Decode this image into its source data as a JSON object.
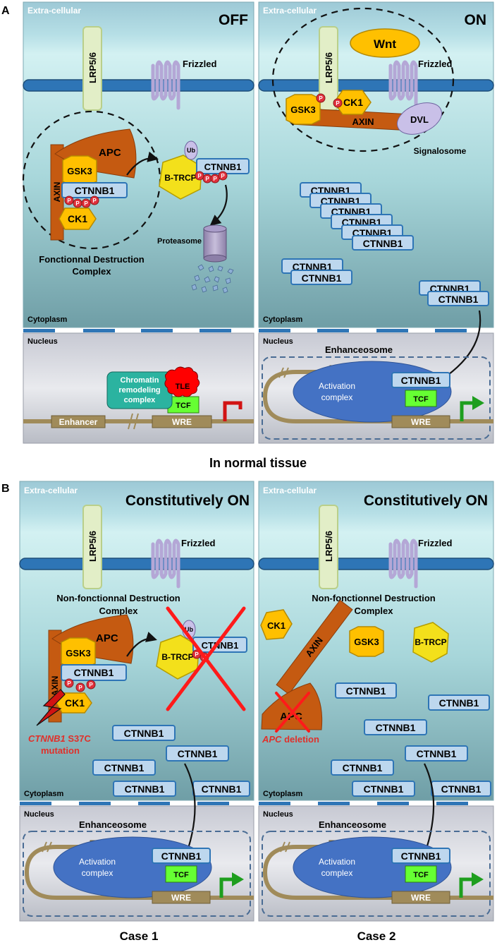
{
  "panel_letters": {
    "a": "A",
    "b": "B"
  },
  "captions": {
    "normal": "In normal tissue",
    "case1": "Case 1",
    "case2": "Case 2"
  },
  "panels": {
    "off": {
      "state": "OFF"
    },
    "on": {
      "state": "ON"
    },
    "case1": {
      "state": "Constitutively ON"
    },
    "case2": {
      "state": "Constitutively ON"
    }
  },
  "labels": {
    "extracellular": "Extra-cellular",
    "cytoplasm": "Cytoplasm",
    "nucleus": "Nucleus",
    "lrp": "LRP5/6",
    "frizzled": "Frizzled",
    "apc": "APC",
    "axin": "AXIN",
    "gsk3": "GSK3",
    "ck1": "CK1",
    "ctnnb1": "CTNNB1",
    "btrcp": "B-TRCP",
    "ub": "Ub",
    "p": "P",
    "proteasome": "Proteasome",
    "functional_complex_1": "Fonctionnal Destruction",
    "functional_complex_2": "Complex",
    "nonfunctional_a_1": "Non-fonctionnal Destruction",
    "nonfunctional_a_2": "Complex",
    "nonfunctional_b_1": "Non-fonctionnel Destruction",
    "nonfunctional_b_2": "Complex",
    "chromatin_1": "Chromatin",
    "chromatin_2": "remodeling",
    "chromatin_3": "complex",
    "tle": "TLE",
    "tcf": "TCF",
    "enhancer": "Enhancer",
    "wre": "WRE",
    "wnt": "Wnt",
    "dvl": "DVL",
    "signalosome": "Signalosome",
    "enhanceosome": "Enhanceosome",
    "activation_1": "Activation",
    "activation_2": "complex",
    "mutation_gene": "CTNNB1",
    "mutation_rest": " S37C",
    "mutation_2": "mutation",
    "deletion_gene": "APC",
    "deletion_rest": " deletion"
  },
  "colors": {
    "membrane": "#2e75b6",
    "lrp_fill": "#e2eec7",
    "frizzled": "#b4a7d6",
    "apc_axin": "#c55a11",
    "kinase": "#ffc000",
    "ctnnb1_fill": "#bdd7ee",
    "ctnnb1_stroke": "#2e75b6",
    "phospho": "#e0303c",
    "ub_fill": "#c9c0e8",
    "btrcp": "#f3e01b",
    "dna": "#a08b5a",
    "activation": "#4472c4",
    "tcf": "#66ff33",
    "tle": "#ff0000",
    "chromatin": "#2bb3a0",
    "repress_arrow": "#d11313",
    "activate_arrow": "#1e9e1e",
    "cross": "#ff1a1a",
    "mutation_text": "#e0302a"
  }
}
